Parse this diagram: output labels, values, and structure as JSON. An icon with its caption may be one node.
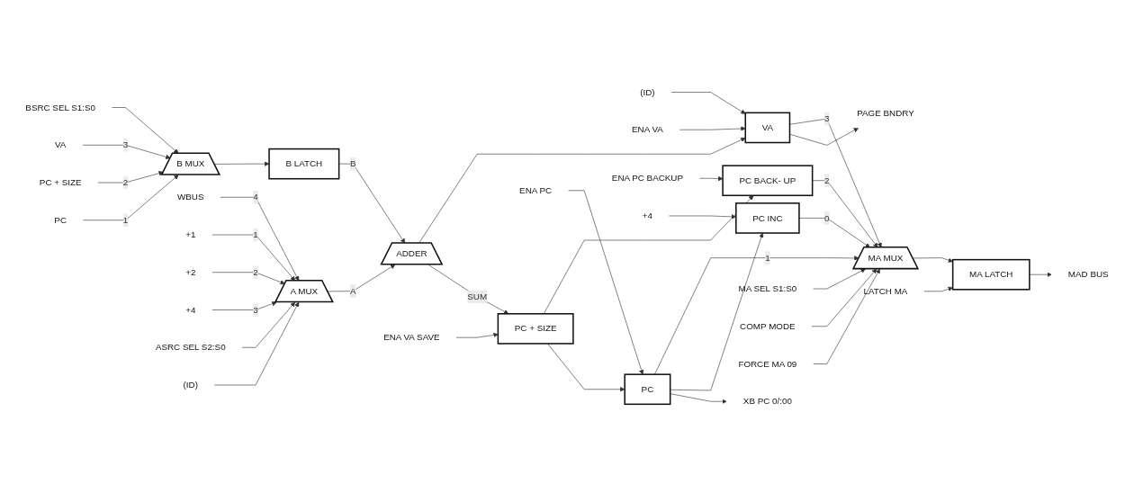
{
  "diagram": {
    "nodes": [
      {
        "text": [
          "PC"
        ]
      },
      {
        "text": [
          "PC + SIZE"
        ]
      },
      {
        "text": [
          "VA"
        ]
      },
      {
        "text": [
          "B MUX"
        ]
      },
      {
        "text": [
          "BSRC SEL S1:S0"
        ]
      },
      {
        "text": [
          "B LATCH"
        ]
      },
      {
        "text": [
          "WBUS"
        ]
      },
      {
        "text": [
          "+1"
        ]
      },
      {
        "text": [
          "+2"
        ]
      },
      {
        "text": [
          "+4"
        ]
      },
      {
        "text": [
          "A MUX"
        ]
      },
      {
        "text": [
          "ASRC SEL S2:S0"
        ]
      },
      {
        "text": [
          "(ID)"
        ]
      },
      {
        "text": [
          "ADDER"
        ]
      },
      {
        "text": [
          "PC + SIZE"
        ]
      },
      {
        "text": [
          "ENA VA SAVE"
        ]
      },
      {
        "text": [
          "VA"
        ]
      },
      {
        "text": [
          "(ID)"
        ]
      },
      {
        "text": [
          "ENA VA"
        ]
      },
      {
        "text": [
          "PAGE BNDRY"
        ]
      },
      {
        "text": [
          "PC"
        ]
      },
      {
        "text": [
          "ENA PC"
        ]
      },
      {
        "text": [
          "XB PC 0/:00"
        ]
      },
      {
        "text": [
          "PC BACK- UP"
        ]
      },
      {
        "text": [
          "ENA PC BACKUP"
        ]
      },
      {
        "text": [
          "PC INC"
        ]
      },
      {
        "text": [
          "+4"
        ]
      },
      {
        "text": [
          "MA MUX"
        ]
      },
      {
        "text": [
          "MA SEL S1:S0"
        ]
      },
      {
        "text": [
          "COMP MODE"
        ]
      },
      {
        "text": [
          "FORCE MA 09"
        ]
      },
      {
        "text": [
          "LATCH MA"
        ]
      },
      {
        "text": [
          "MA LATCH"
        ]
      },
      {
        "text": [
          "MAD BUS"
        ]
      }
    ],
    "edges": [
      {
        "from": 0,
        "to": 3,
        "arrow": "to",
        "label": "1"
      },
      {
        "from": 1,
        "to": 3,
        "arrow": "to",
        "label": "2"
      },
      {
        "from": 2,
        "to": 3,
        "arrow": "to",
        "label": "3"
      },
      {
        "from": 4,
        "to": 3,
        "arrow": "to"
      },
      {
        "from": 3,
        "to": 5,
        "arrow": "to"
      },
      {
        "from": 5,
        "to": 13,
        "arrow": "to",
        "label": "B"
      },
      {
        "from": 6,
        "to": 10,
        "arrow": "to",
        "label": "4"
      },
      {
        "from": 7,
        "to": 10,
        "arrow": "to",
        "label": "1"
      },
      {
        "from": 8,
        "to": 10,
        "arrow": "to",
        "label": "2"
      },
      {
        "from": 9,
        "to": 10,
        "arrow": "to",
        "label": "3"
      },
      {
        "from": 11,
        "to": 10,
        "arrow": "to"
      },
      {
        "from": 12,
        "to": 10,
        "arrow": "to"
      },
      {
        "from": 10,
        "to": 13,
        "arrow": "to",
        "label": "A"
      },
      {
        "from": 13,
        "to": 14,
        "arrow": "to",
        "label": "SUM"
      },
      {
        "from": 13,
        "to": 16,
        "arrow": "to"
      },
      {
        "from": 15,
        "to": 14,
        "arrow": "to"
      },
      {
        "from": 17,
        "to": 16,
        "arrow": "to"
      },
      {
        "from": 18,
        "to": 16,
        "arrow": "to"
      },
      {
        "from": 16,
        "to": 19,
        "arrow": "to"
      },
      {
        "from": 14,
        "to": 20,
        "arrow": "to"
      },
      {
        "from": 14,
        "to": 23,
        "arrow": "to"
      },
      {
        "from": 21,
        "to": 20,
        "arrow": "to"
      },
      {
        "from": 20,
        "to": 22,
        "arrow": "to"
      },
      {
        "from": 20,
        "to": 25,
        "arrow": "to"
      },
      {
        "from": 26,
        "to": 25,
        "arrow": "to"
      },
      {
        "from": 24,
        "to": 23,
        "arrow": "to"
      },
      {
        "from": 25,
        "to": 27,
        "arrow": "to",
        "label": "0"
      },
      {
        "from": 20,
        "to": 27,
        "arrow": "to",
        "label": "1"
      },
      {
        "from": 23,
        "to": 27,
        "arrow": "to",
        "label": "2"
      },
      {
        "from": 16,
        "to": 27,
        "arrow": "to",
        "label": "3"
      },
      {
        "from": 28,
        "to": 27,
        "arrow": "to"
      },
      {
        "from": 29,
        "to": 27,
        "arrow": "to"
      },
      {
        "from": 30,
        "to": 27,
        "arrow": "to"
      },
      {
        "from": 31,
        "to": 32,
        "arrow": "to"
      },
      {
        "from": 27,
        "to": 32,
        "arrow": "to"
      },
      {
        "from": 32,
        "to": 33,
        "arrow": "to"
      }
    ]
  }
}
